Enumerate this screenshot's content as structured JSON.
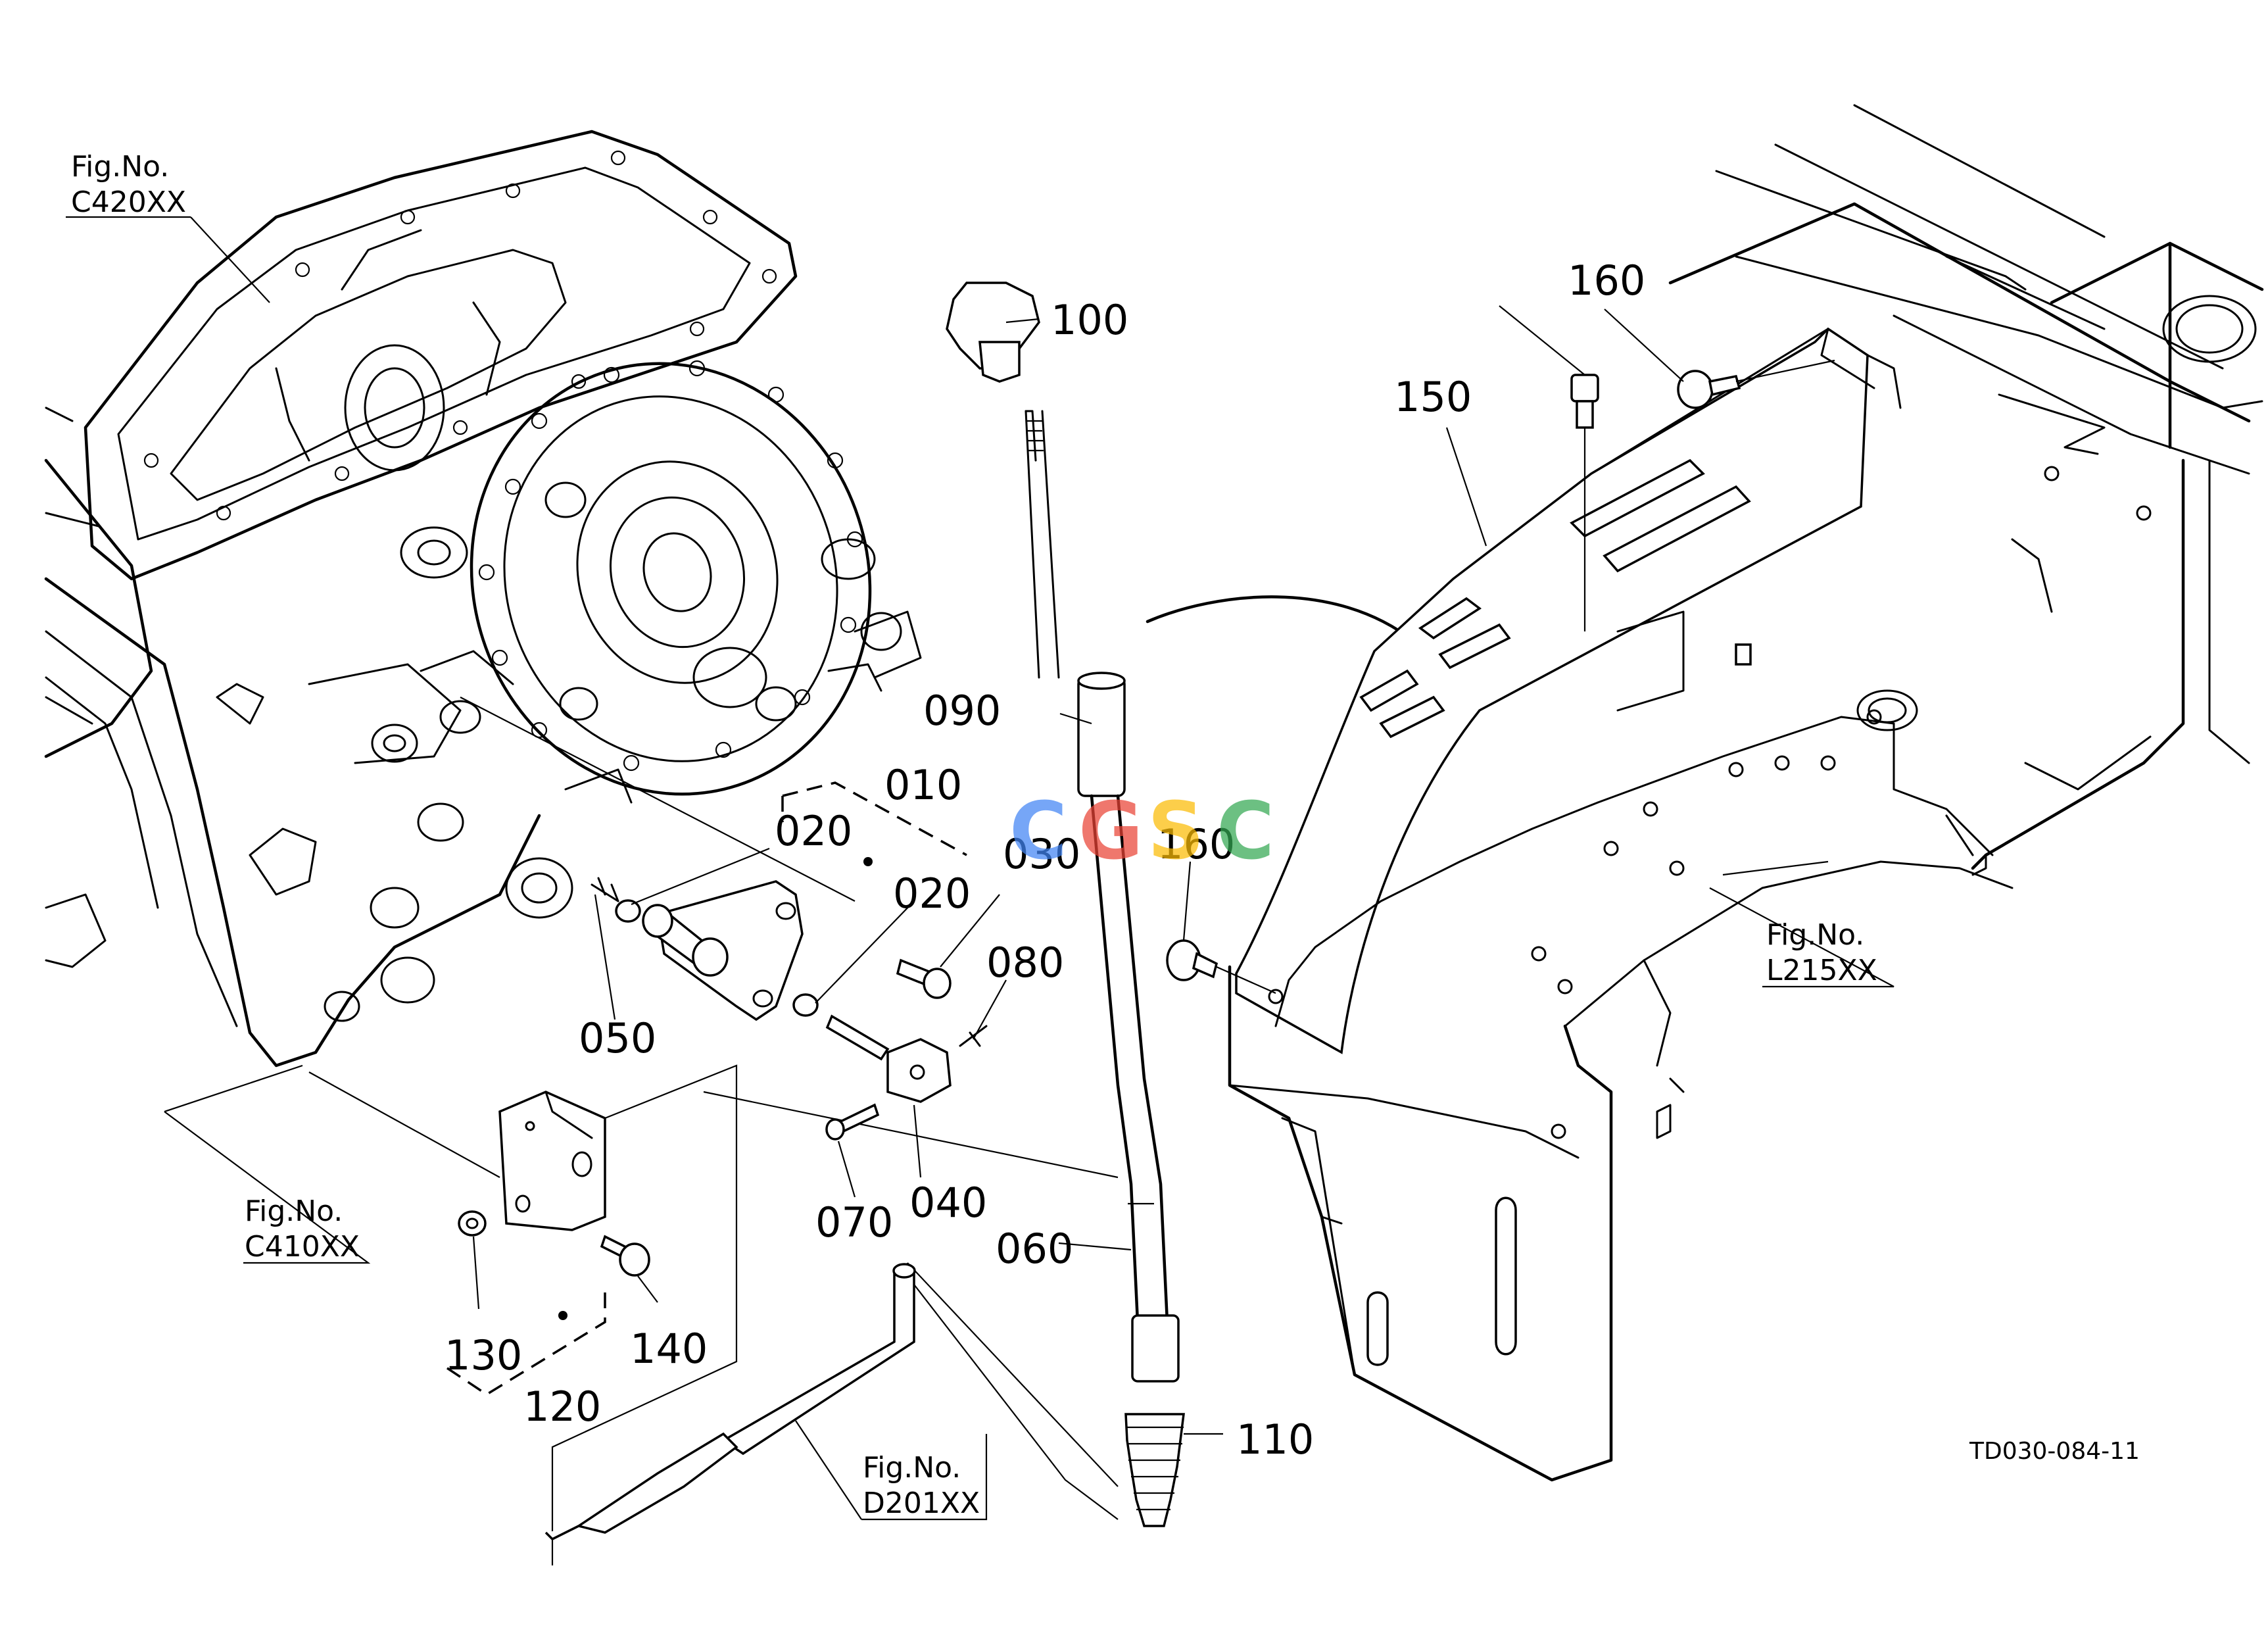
{
  "figure_refs": {
    "c420": {
      "line1": "Fig.No.",
      "line2": "C420XX"
    },
    "c410": {
      "line1": "Fig.No.",
      "line2": "C410XX"
    },
    "d201": {
      "line1": "Fig.No.",
      "line2": "D201XX"
    },
    "l215": {
      "line1": "Fig.No.",
      "line2": "L215XX"
    }
  },
  "parts": {
    "p010": "010",
    "p020a": "020",
    "p020b": "020",
    "p030": "030",
    "p040": "040",
    "p050": "050",
    "p060": "060",
    "p070": "070",
    "p080": "080",
    "p090": "090",
    "p100": "100",
    "p110": "110",
    "p120": "120",
    "p130": "130",
    "p140": "140",
    "p150": "150",
    "p160a": "160",
    "p160b": "160"
  },
  "drawing_code": "TD030-084-11",
  "watermark": {
    "letters": [
      "C",
      "G",
      "S",
      "C"
    ],
    "colors": [
      "#4285F4",
      "#EA4335",
      "#FBBC05",
      "#34A853"
    ]
  }
}
